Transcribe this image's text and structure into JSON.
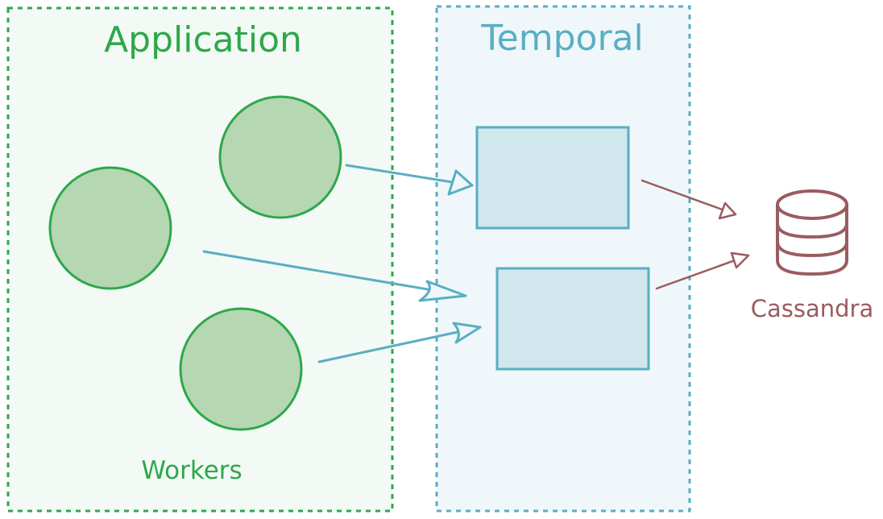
{
  "application": {
    "title": "Application",
    "workers_label": "Workers",
    "color": "#2ea84a",
    "fill": "#f3faf5",
    "worker_fill": "#b5d7b2"
  },
  "temporal": {
    "title": "Temporal",
    "color": "#5aaec2",
    "fill": "#eff7fa",
    "box_fill": "#cfe7ed"
  },
  "cassandra": {
    "label": "Cassandra",
    "color": "#9a5c60",
    "icon": "database-icon"
  }
}
